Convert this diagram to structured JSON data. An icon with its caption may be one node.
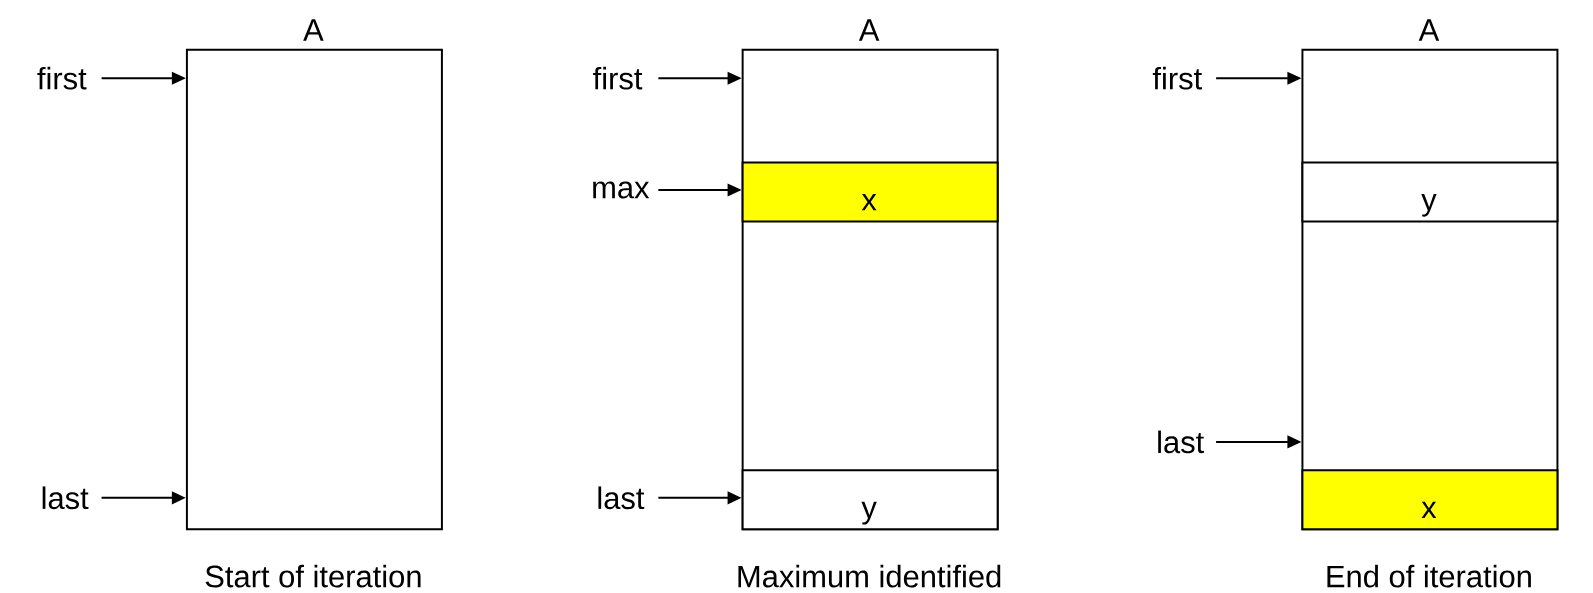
{
  "diagram": {
    "nodes": [
      {
        "text": [
          "A"
        ],
        "beside": [
          "Start of iteration"
        ]
      },
      {
        "text": [
          "first"
        ]
      },
      {
        "text": [
          "last"
        ]
      },
      {
        "text": [
          "A"
        ],
        "beside": [
          "Maximum identified"
        ]
      },
      {
        "text": [
          "x"
        ],
        "in": 3
      },
      {
        "text": [
          "y"
        ],
        "in": 3
      },
      {
        "text": [
          "first"
        ]
      },
      {
        "text": [
          "max"
        ]
      },
      {
        "text": [
          "last"
        ]
      },
      {
        "text": [
          "A"
        ],
        "beside": [
          "End of iteration"
        ]
      },
      {
        "text": [
          "y"
        ],
        "in": 9
      },
      {
        "text": [
          "x"
        ],
        "in": 9
      },
      {
        "text": [
          "first"
        ]
      },
      {
        "text": [
          "last"
        ]
      }
    ],
    "edges": [
      {
        "from": 1,
        "to": 0,
        "arrow": "to"
      },
      {
        "from": 2,
        "to": 0,
        "arrow": "to"
      },
      {
        "from": 6,
        "to": 3,
        "arrow": "to"
      },
      {
        "from": 7,
        "to": 4,
        "arrow": "to"
      },
      {
        "from": 8,
        "to": 5,
        "arrow": "to"
      },
      {
        "from": 12,
        "to": 9,
        "arrow": "to"
      },
      {
        "from": 13,
        "to": 9,
        "arrow": "to"
      }
    ]
  }
}
